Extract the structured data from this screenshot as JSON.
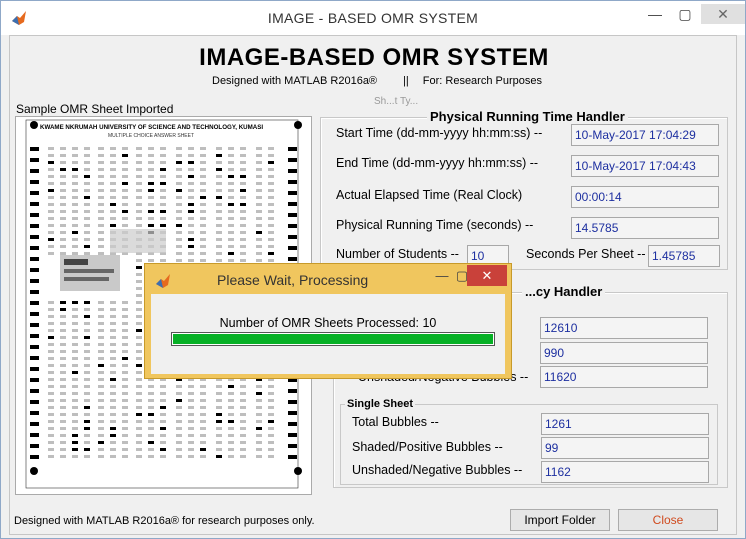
{
  "window": {
    "title": "IMAGE - BASED OMR SYSTEM",
    "minimize": "—",
    "maximize": "▢",
    "close": "✕"
  },
  "header": {
    "title": "IMAGE-BASED OMR SYSTEM",
    "designed_with": "Designed with MATLAB R2016a®",
    "separator": "||",
    "purpose": "For: Research Purposes",
    "partial_label": "Sh...t Ty..."
  },
  "sheet": {
    "label": "Sample OMR Sheet Imported",
    "university": "KWAME NKRUMAH UNIVERSITY OF SCIENCE AND TECHNOLOGY, KUMASI",
    "sheet_type": "MULTIPLE CHOICE ANSWER SHEET"
  },
  "time_panel": {
    "title": "Physical Running Time Handler",
    "start_label": "Start Time (dd-mm-yyyy  hh:mm:ss) --",
    "start_value": "10-May-2017 17:04:29",
    "end_label": "End Time (dd-mm-yyyy  hh:mm:ss) --",
    "end_value": "10-May-2017 17:04:43",
    "elapsed_label": "Actual Elapsed Time (Real Clock)",
    "elapsed_value": "00:00:14",
    "running_label": "Physical Running Time (seconds) --",
    "running_value": "14.5785",
    "students_label": "Number of Students --",
    "students_value": "10",
    "per_sheet_label": "Seconds Per Sheet --",
    "per_sheet_value": "1.45785"
  },
  "accuracy_panel": {
    "title": "...cy Handler",
    "all_values": [
      "12610",
      "990",
      "11620"
    ],
    "partial_label": "Unshaded/Negative Bubbles --",
    "single_title": "Single Sheet",
    "single_rows": [
      {
        "label": "Total Bubbles --",
        "value": "1261"
      },
      {
        "label": "Shaded/Positive Bubbles --",
        "value": "99"
      },
      {
        "label": "Unshaded/Negative Bubbles --",
        "value": "1162"
      }
    ]
  },
  "footer": {
    "status": "Designed with MATLAB R2016a® for research purposes only.",
    "import_label": "Import Folder",
    "close_label": "Close"
  },
  "dialog": {
    "title": "Please Wait, Processing",
    "message": "Number of OMR Sheets Processed: 10",
    "minimize": "—",
    "maximize": "▢",
    "close": "✕",
    "progress_fraction": 1.0,
    "progress_color": "#06b025"
  },
  "colors": {
    "value_text": "#1d2fa0",
    "close_button_text": "#d04a1e",
    "dialog_frame": "#f0c65e"
  }
}
